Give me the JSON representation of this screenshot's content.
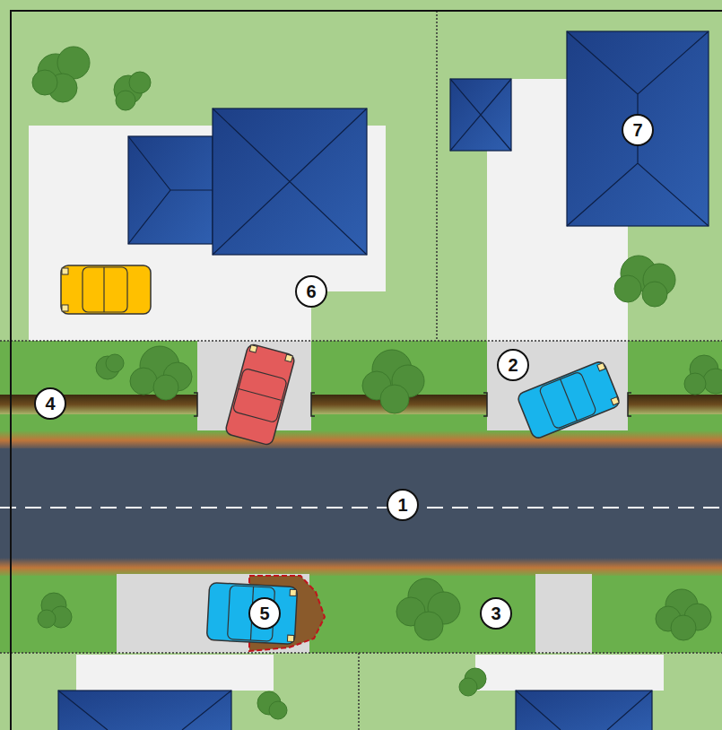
{
  "diagram": {
    "labels": [
      "7",
      "6",
      "2",
      "4",
      "1",
      "5",
      "3"
    ]
  }
}
